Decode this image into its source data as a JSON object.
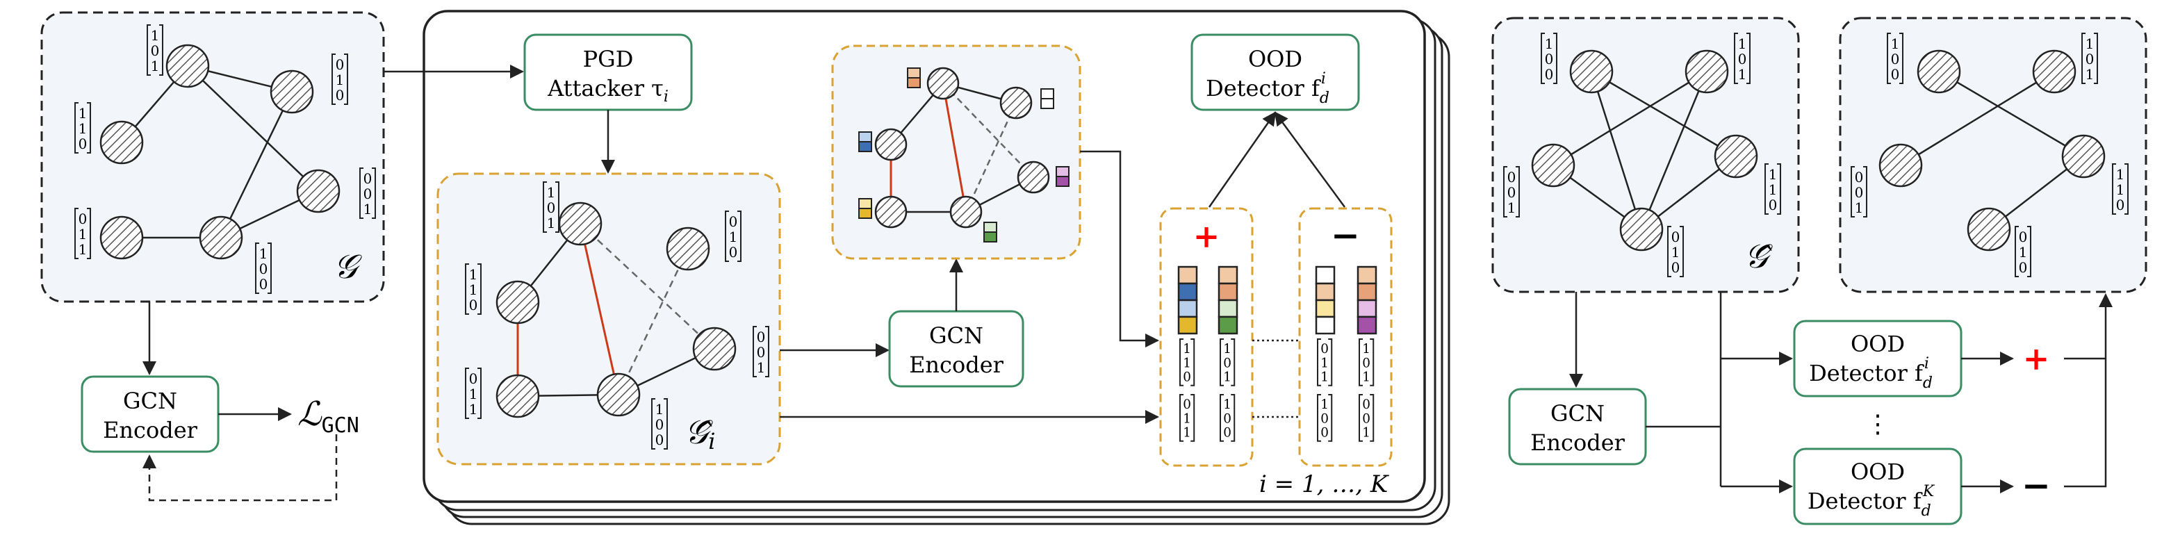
{
  "colors": {
    "panel_fill": "#f2f6fa",
    "panel_stroke": "#222222",
    "orange_dash": "#d9a233",
    "green_box": "#3a8d63",
    "perturbed_edge": "#cc3b18",
    "node_hatch": "#555555",
    "positive": "#ff0000",
    "negative": "#000000"
  },
  "labels": {
    "graph_symbol": "𝒢",
    "graph_hat_symbol": "𝒢̂",
    "graph_hat_i": "𝒢̂",
    "graph_hat_i_sub": "i",
    "loss": "ℒ",
    "loss_sub": "GCN",
    "gcn_line1": "GCN",
    "gcn_line2": "Encoder",
    "pgd_line1": "PGD",
    "pgd_line2": "Attacker τ",
    "pgd_sub": "i",
    "ood_line1": "OOD",
    "ood_line2": "Detector f",
    "ood_sub": "d",
    "ood_sup_i": "i",
    "ood_sup_k": "K",
    "plus": "+",
    "minus": "−",
    "vdots": "⋮",
    "iteration": "i = 1, …, K"
  },
  "feature_vectors": {
    "v101": [
      "1",
      "0",
      "1"
    ],
    "v110": [
      "1",
      "1",
      "0"
    ],
    "v011": [
      "0",
      "1",
      "1"
    ],
    "v010": [
      "0",
      "1",
      "0"
    ],
    "v001": [
      "0",
      "0",
      "1"
    ],
    "v100": [
      "1",
      "0",
      "0"
    ]
  }
}
